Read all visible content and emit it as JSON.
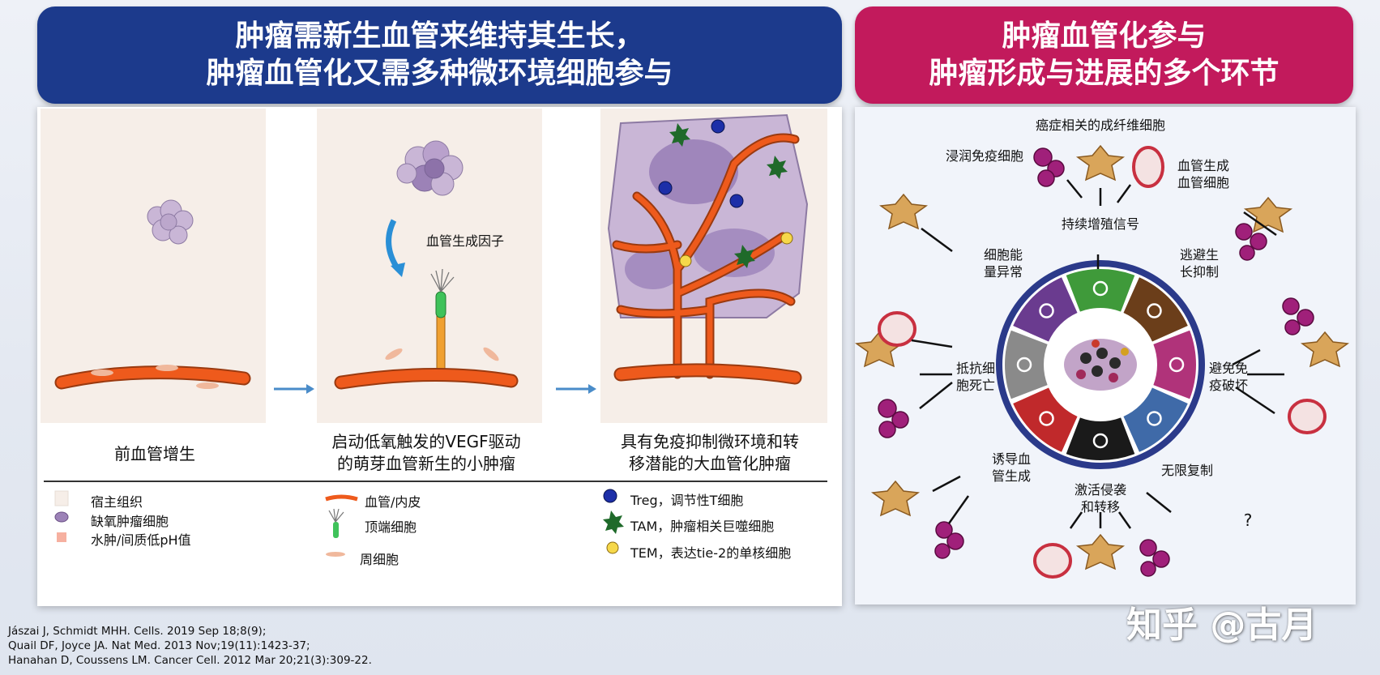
{
  "left_banner": {
    "line1": "肿瘤需新生血管来维持其生长，",
    "line2": "肿瘤血管化又需多种微环境细胞参与"
  },
  "right_banner": {
    "line1": "肿瘤血管化参与",
    "line2": "肿瘤形成与进展的多个环节"
  },
  "stages": [
    {
      "caption": "前血管增生"
    },
    {
      "caption_line1": "启动低氧触发的VEGF驱动",
      "caption_line2": "的萌芽血管新生的小肿瘤",
      "annotation": "血管生成因子"
    },
    {
      "caption_line1": "具有免疫抑制微环境和转",
      "caption_line2": "移潜能的大血管化肿瘤"
    }
  ],
  "legend": [
    {
      "label": "宿主组织",
      "icon": "host-tissue-swatch"
    },
    {
      "label": "缺氧肿瘤细胞",
      "icon": "hypoxic-cell-icon"
    },
    {
      "label": "水肿/间质低pH值",
      "icon": "edema-swatch"
    },
    {
      "label": "血管/内皮",
      "icon": "vessel-icon"
    },
    {
      "label": "顶端细胞",
      "icon": "tip-cell-icon"
    },
    {
      "label": "周细胞",
      "icon": "pericyte-icon"
    },
    {
      "label": "Treg，调节性T细胞",
      "icon": "treg-icon"
    },
    {
      "label": "TAM，肿瘤相关巨噬细胞",
      "icon": "tam-icon"
    },
    {
      "label": "TEM，表达tie-2的单核细胞",
      "icon": "tem-icon"
    }
  ],
  "hallmarks": {
    "top_label": "癌症相关的成纤维细胞",
    "labels": {
      "infiltrating_immune": "浸润免疫细胞",
      "angiogenic_vascular_line1": "血管生成",
      "angiogenic_vascular_line2": "血管细胞",
      "proliferative_signal": "持续增殖信号",
      "energy_line1": "细胞能",
      "energy_line2": "量异常",
      "evade_growth_line1": "逃避生",
      "evade_growth_line2": "长抑制",
      "resist_death_line1": "抵抗细",
      "resist_death_line2": "胞死亡",
      "avoid_immune_line1": "避免免",
      "avoid_immune_line2": "疫破坏",
      "induce_angio_line1": "诱导血",
      "induce_angio_line2": "管生成",
      "immortality": "无限复制",
      "invasion_line1": "激活侵袭",
      "invasion_line2": "和转移",
      "unknown": "?"
    },
    "colors": {
      "ring": "#2b3a8a",
      "green": "#3f9a3a",
      "brown": "#6b3e1a",
      "magenta": "#b0337a",
      "blue": "#3f6aa8",
      "black": "#1a1a1a",
      "red": "#c0292b",
      "gray": "#8a8a8a",
      "purple": "#6a3b8f"
    }
  },
  "references": [
    "Jászai J, Schmidt MHH. Cells. 2019 Sep 18;8(9);",
    "Quail DF, Joyce JA. Nat Med. 2013 Nov;19(11):1423-37;",
    "Hanahan D, Coussens LM. Cancer Cell. 2012 Mar 20;21(3):309-22."
  ],
  "watermark": "知乎 @古月"
}
